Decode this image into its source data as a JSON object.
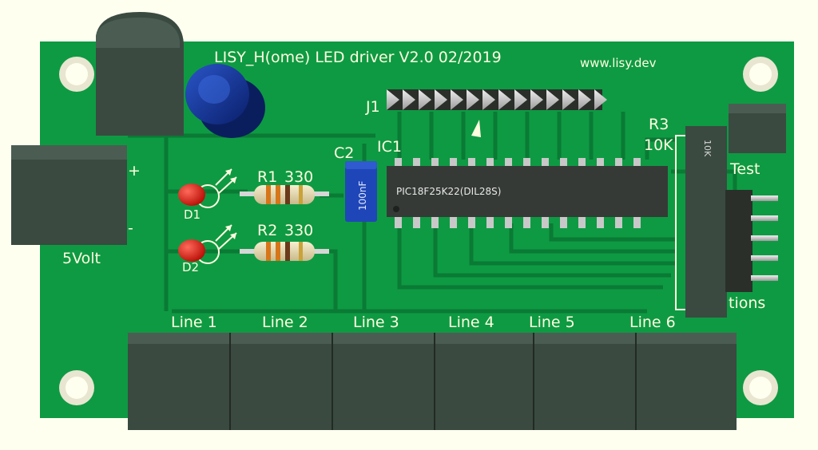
{
  "board": {
    "title": "LISY_H(ome) LED driver V2.0 02/2019",
    "url": "www.lisy.dev",
    "colors": {
      "pcb": "#0e9a43",
      "trace": "#0a7a34",
      "silk": "#fffde0",
      "part": "#3a4a40"
    }
  },
  "power": {
    "label": "5Volt",
    "plus": "+",
    "minus": "-"
  },
  "header": {
    "label": "J1"
  },
  "ic": {
    "ref": "IC1",
    "value": "PIC18F25K22(DIL28S)"
  },
  "capacitor": {
    "ref": "C2",
    "value": "100nF"
  },
  "resistors": [
    {
      "ref": "R1",
      "value": "330"
    },
    {
      "ref": "R2",
      "value": "330"
    }
  ],
  "resistor_network": {
    "ref": "R3",
    "value": "10K",
    "body_text": "10K"
  },
  "leds": [
    {
      "ref": "D1"
    },
    {
      "ref": "D2"
    }
  ],
  "buttons": {
    "test_label": "Test",
    "options_label": "tions"
  },
  "lines": [
    "Line 1",
    "Line 2",
    "Line 3",
    "Line 4",
    "Line 5",
    "Line 6"
  ]
}
